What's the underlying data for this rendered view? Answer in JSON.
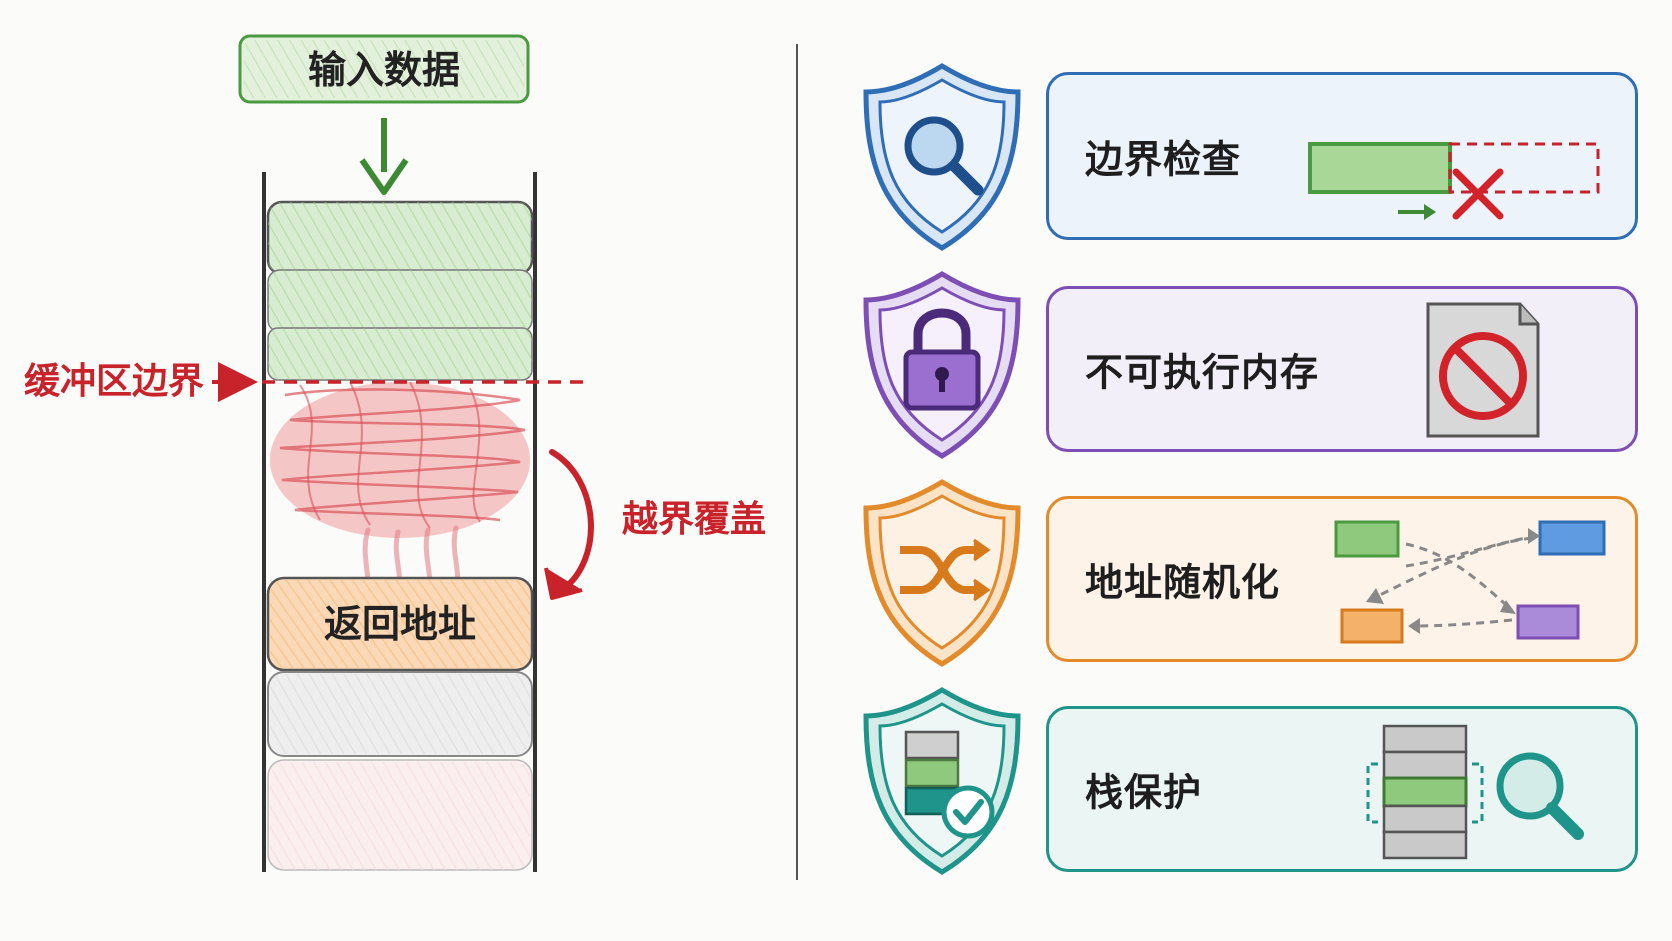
{
  "left": {
    "input_label": "输入数据",
    "boundary_label": "缓冲区边界",
    "overflow_label": "越界覆盖",
    "return_address_label": "返回地址"
  },
  "right": {
    "defenses": [
      {
        "title": "边界检查",
        "icon": "magnifier-shield-icon",
        "color": "#2f6db5",
        "bg": "#edf3fa"
      },
      {
        "title": "不可执行内存",
        "icon": "padlock-shield-icon",
        "color": "#7d4eb3",
        "bg": "#f3eff9"
      },
      {
        "title": "地址随机化",
        "icon": "shuffle-shield-icon",
        "color": "#e38a2b",
        "bg": "#fdf3e8"
      },
      {
        "title": "栈保护",
        "icon": "stack-check-shield-icon",
        "color": "#1f948a",
        "bg": "#ebf6f4"
      }
    ]
  },
  "colors": {
    "green": "#4a9a3f",
    "red": "#c8222a",
    "orange": "#e38a2b",
    "stack_outline": "#333333"
  }
}
